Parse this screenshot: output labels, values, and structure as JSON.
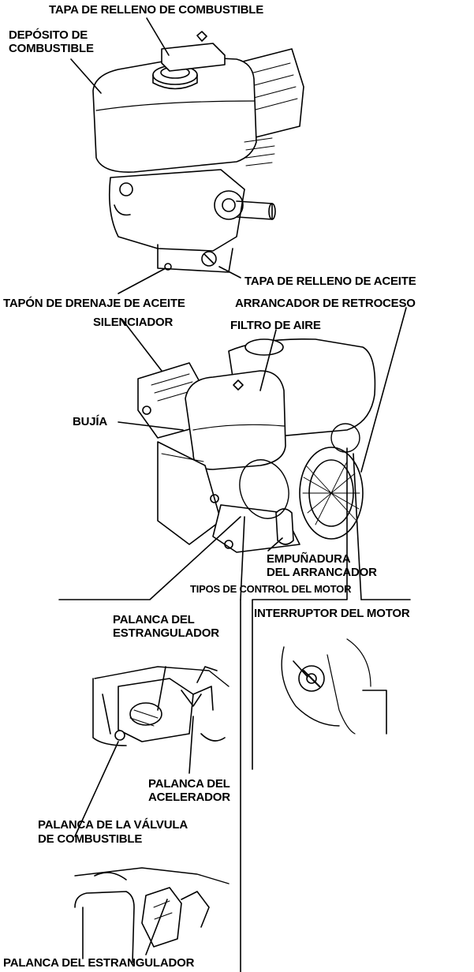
{
  "labels": {
    "fuel_fill_cap": "TAPA DE RELLENO DE COMBUSTIBLE",
    "fuel_tank_1": "DEPÓSITO DE",
    "fuel_tank_2": "COMBUSTIBLE",
    "oil_fill_cap": "TAPA DE RELLENO DE ACEITE",
    "oil_drain_plug": "TAPÓN DE DRENAJE DE ACEITE",
    "recoil_starter": "ARRANCADOR DE RETROCESO",
    "muffler": "SILENCIADOR",
    "air_filter": "FILTRO DE AIRE",
    "spark_plug": "BUJÍA",
    "starter_grip_1": "EMPUÑADURA",
    "starter_grip_2": "DEL ARRANCADOR",
    "control_types": "TIPOS DE CONTROL DEL MOTOR",
    "engine_switch": "INTERRUPTOR DEL MOTOR",
    "choke_lever_a_1": "PALANCA DEL",
    "choke_lever_a_2": "ESTRANGULADOR",
    "throttle_lever_1": "PALANCA DEL",
    "throttle_lever_2": "ACELERADOR",
    "fuel_valve_lever_1": "PALANCA DE LA VÁLVULA",
    "fuel_valve_lever_2": "DE COMBUSTIBLE",
    "choke_lever_b": "PALANCA DEL ESTRANGULADOR"
  }
}
